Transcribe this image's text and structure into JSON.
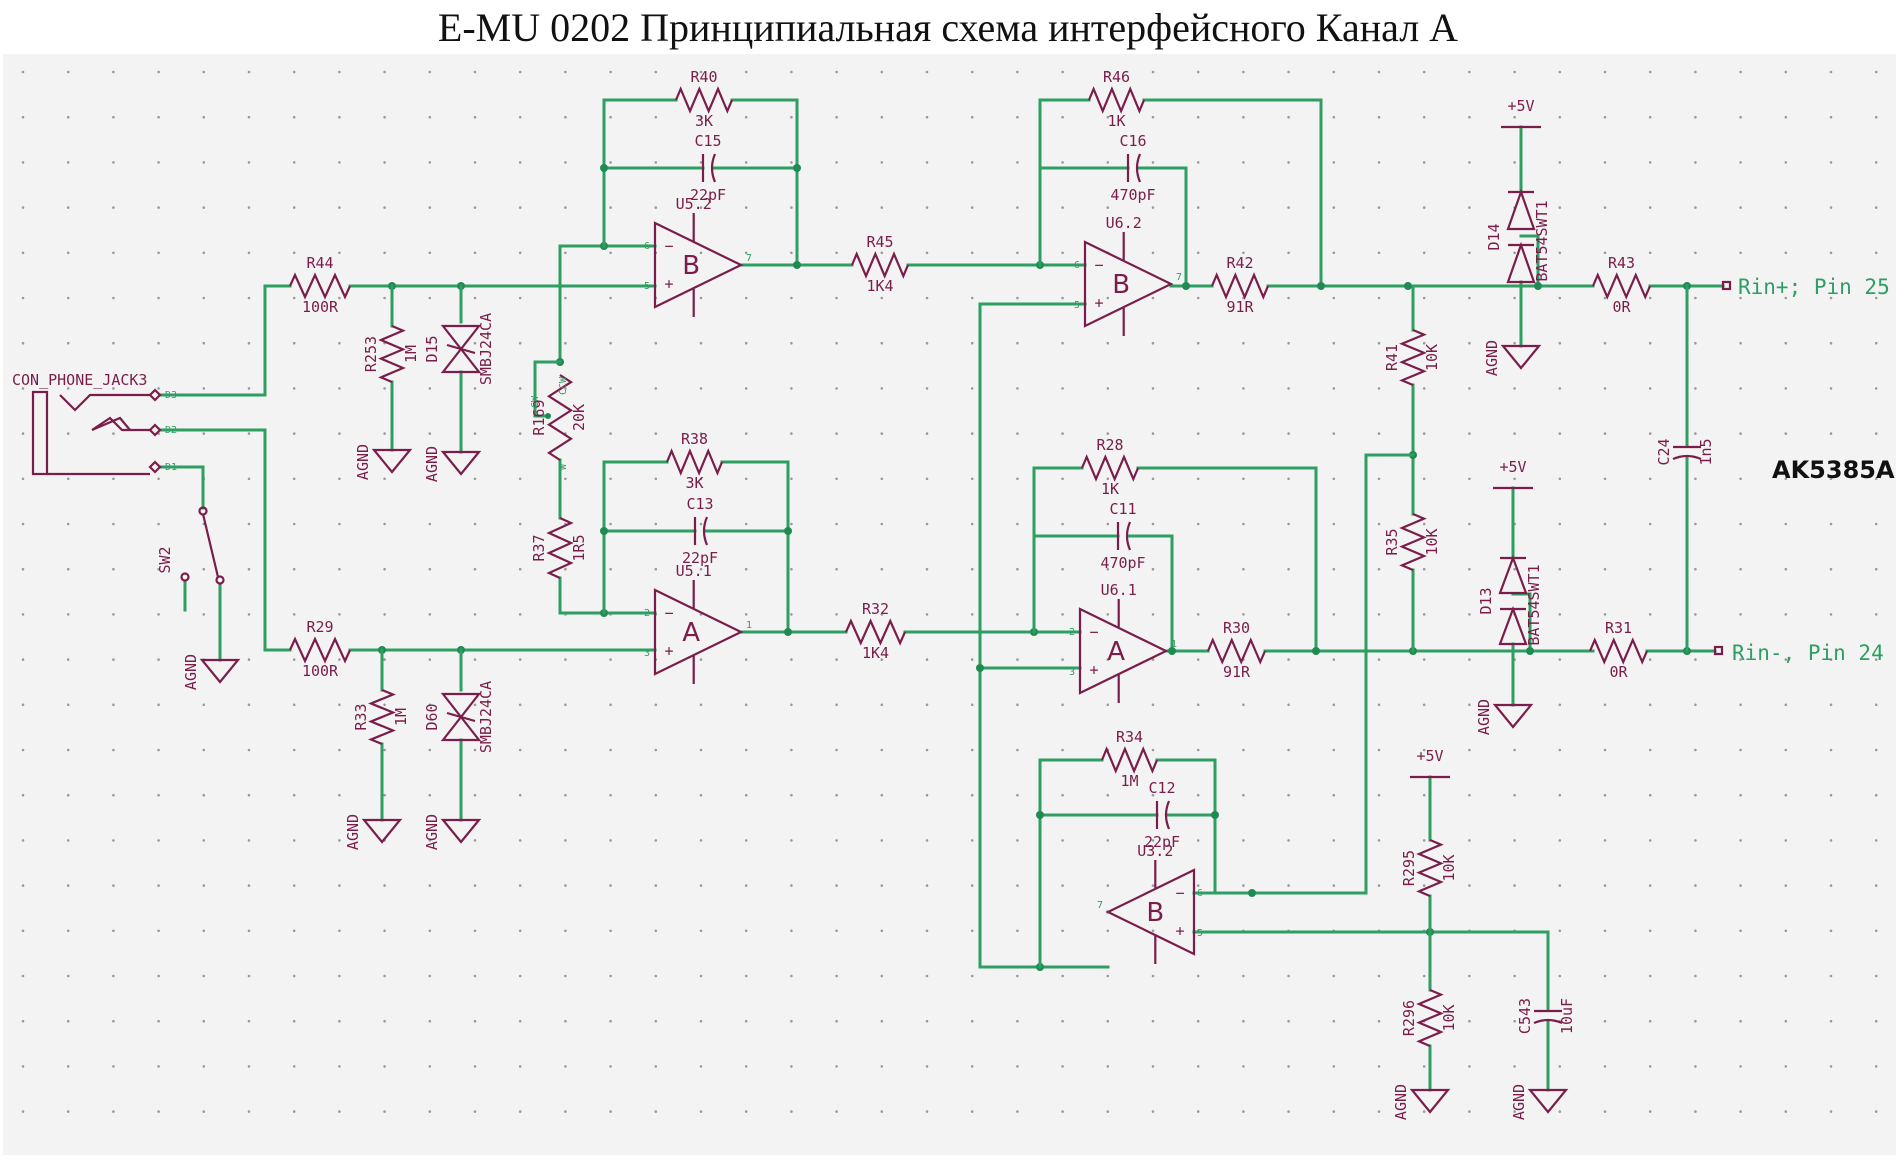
{
  "title": "E-MU 0202 Принципиальная схема интерфейсного Канал А",
  "colors": {
    "wire": "#2e9e62",
    "symbol": "#7a1d4a",
    "grid": "#a0a0a0",
    "background": "#f3f3f3"
  },
  "connector": {
    "ref": "CON_PHONE_JACK3",
    "pins": [
      "D3",
      "D2",
      "D1"
    ]
  },
  "switch": {
    "ref": "SW2"
  },
  "ground_label": "AGND",
  "power_label": "+5V",
  "resistors": {
    "R44": {
      "ref": "R44",
      "value": "100R"
    },
    "R29": {
      "ref": "R29",
      "value": "100R"
    },
    "R253": {
      "ref": "R253",
      "value": "1M"
    },
    "R33": {
      "ref": "R33",
      "value": "1M"
    },
    "R40": {
      "ref": "R40",
      "value": "3K"
    },
    "R38": {
      "ref": "R38",
      "value": "3K"
    },
    "R169": {
      "ref": "R169",
      "value": "20K",
      "pins": [
        "CCW",
        "W",
        "CW"
      ]
    },
    "R37": {
      "ref": "R37",
      "value": "1R5"
    },
    "R45": {
      "ref": "R45",
      "value": "1K4"
    },
    "R32": {
      "ref": "R32",
      "value": "1K4"
    },
    "R46": {
      "ref": "R46",
      "value": "1K"
    },
    "R28": {
      "ref": "R28",
      "value": "1K"
    },
    "R42": {
      "ref": "R42",
      "value": "91R"
    },
    "R30": {
      "ref": "R30",
      "value": "91R"
    },
    "R41": {
      "ref": "R41",
      "value": "10K"
    },
    "R35": {
      "ref": "R35",
      "value": "10K"
    },
    "R43": {
      "ref": "R43",
      "value": "0R"
    },
    "R31": {
      "ref": "R31",
      "value": "0R"
    },
    "R34": {
      "ref": "R34",
      "value": "1M"
    },
    "R295": {
      "ref": "R295",
      "value": "10K"
    },
    "R296": {
      "ref": "R296",
      "value": "10K"
    }
  },
  "capacitors": {
    "C15": {
      "ref": "C15",
      "value": "22pF"
    },
    "C13": {
      "ref": "C13",
      "value": "22pF"
    },
    "C16": {
      "ref": "C16",
      "value": "470pF"
    },
    "C11": {
      "ref": "C11",
      "value": "470pF"
    },
    "C12": {
      "ref": "C12",
      "value": "22pF"
    },
    "C24": {
      "ref": "C24",
      "value": "1n5"
    },
    "C543": {
      "ref": "C543",
      "value": "10uF"
    }
  },
  "diodes": {
    "D15": {
      "ref": "D15",
      "value": "SMBJ24CA"
    },
    "D60": {
      "ref": "D60",
      "value": "SMBJ24CA"
    },
    "D14": {
      "ref": "D14",
      "value": "BAT54SWT1"
    },
    "D13": {
      "ref": "D13",
      "value": "BAT54SWT1"
    }
  },
  "opamps": {
    "U52": {
      "ref": "U5.2",
      "unit": "B",
      "pins": {
        "inv": "6",
        "noninv": "5",
        "out": "7"
      }
    },
    "U51": {
      "ref": "U5.1",
      "unit": "A",
      "pins": {
        "inv": "2",
        "noninv": "3",
        "out": "1"
      }
    },
    "U62": {
      "ref": "U6.2",
      "unit": "B",
      "pins": {
        "inv": "6",
        "noninv": "5",
        "out": "7"
      }
    },
    "U61": {
      "ref": "U6.1",
      "unit": "A",
      "pins": {
        "inv": "2",
        "noninv": "3",
        "out": "1"
      }
    },
    "U32": {
      "ref": "U3.2",
      "unit": "B",
      "pins": {
        "inv": "6",
        "noninv": "5",
        "out": "7"
      }
    }
  },
  "nets": {
    "rin_plus": "Rin+; Pin 25",
    "rin_minus": "Rin-, Pin 24"
  },
  "chip_label": "AK5385A"
}
